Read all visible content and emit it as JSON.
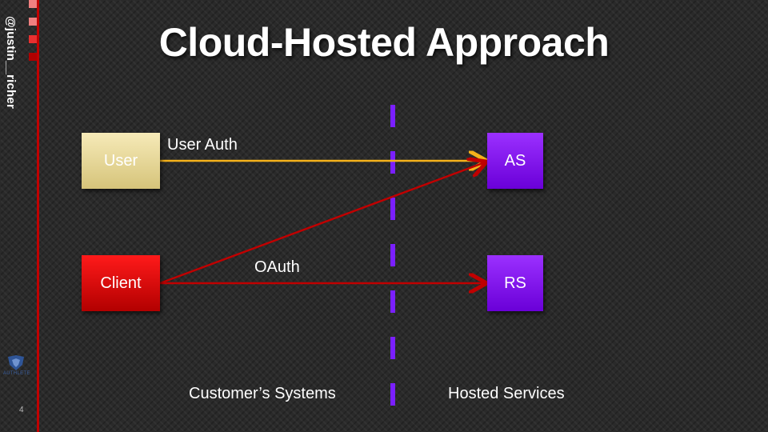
{
  "slide": {
    "title": "Cloud-Hosted Approach",
    "twitter_handle": "@justin__richer",
    "page_number": "4",
    "logo_text": "AUTHLETE"
  },
  "diagram": {
    "nodes": {
      "user": "User",
      "client": "Client",
      "as": "AS",
      "rs": "RS"
    },
    "edges": {
      "user_auth": "User Auth",
      "oauth": "OAuth"
    },
    "regions": {
      "left": "Customer’s Systems",
      "right": "Hosted Services"
    },
    "colors": {
      "accent_red": "#c00000",
      "user_arrow": "#f5b21b",
      "oauth_arrow": "#c00000",
      "divider": "#7a1fff"
    }
  }
}
